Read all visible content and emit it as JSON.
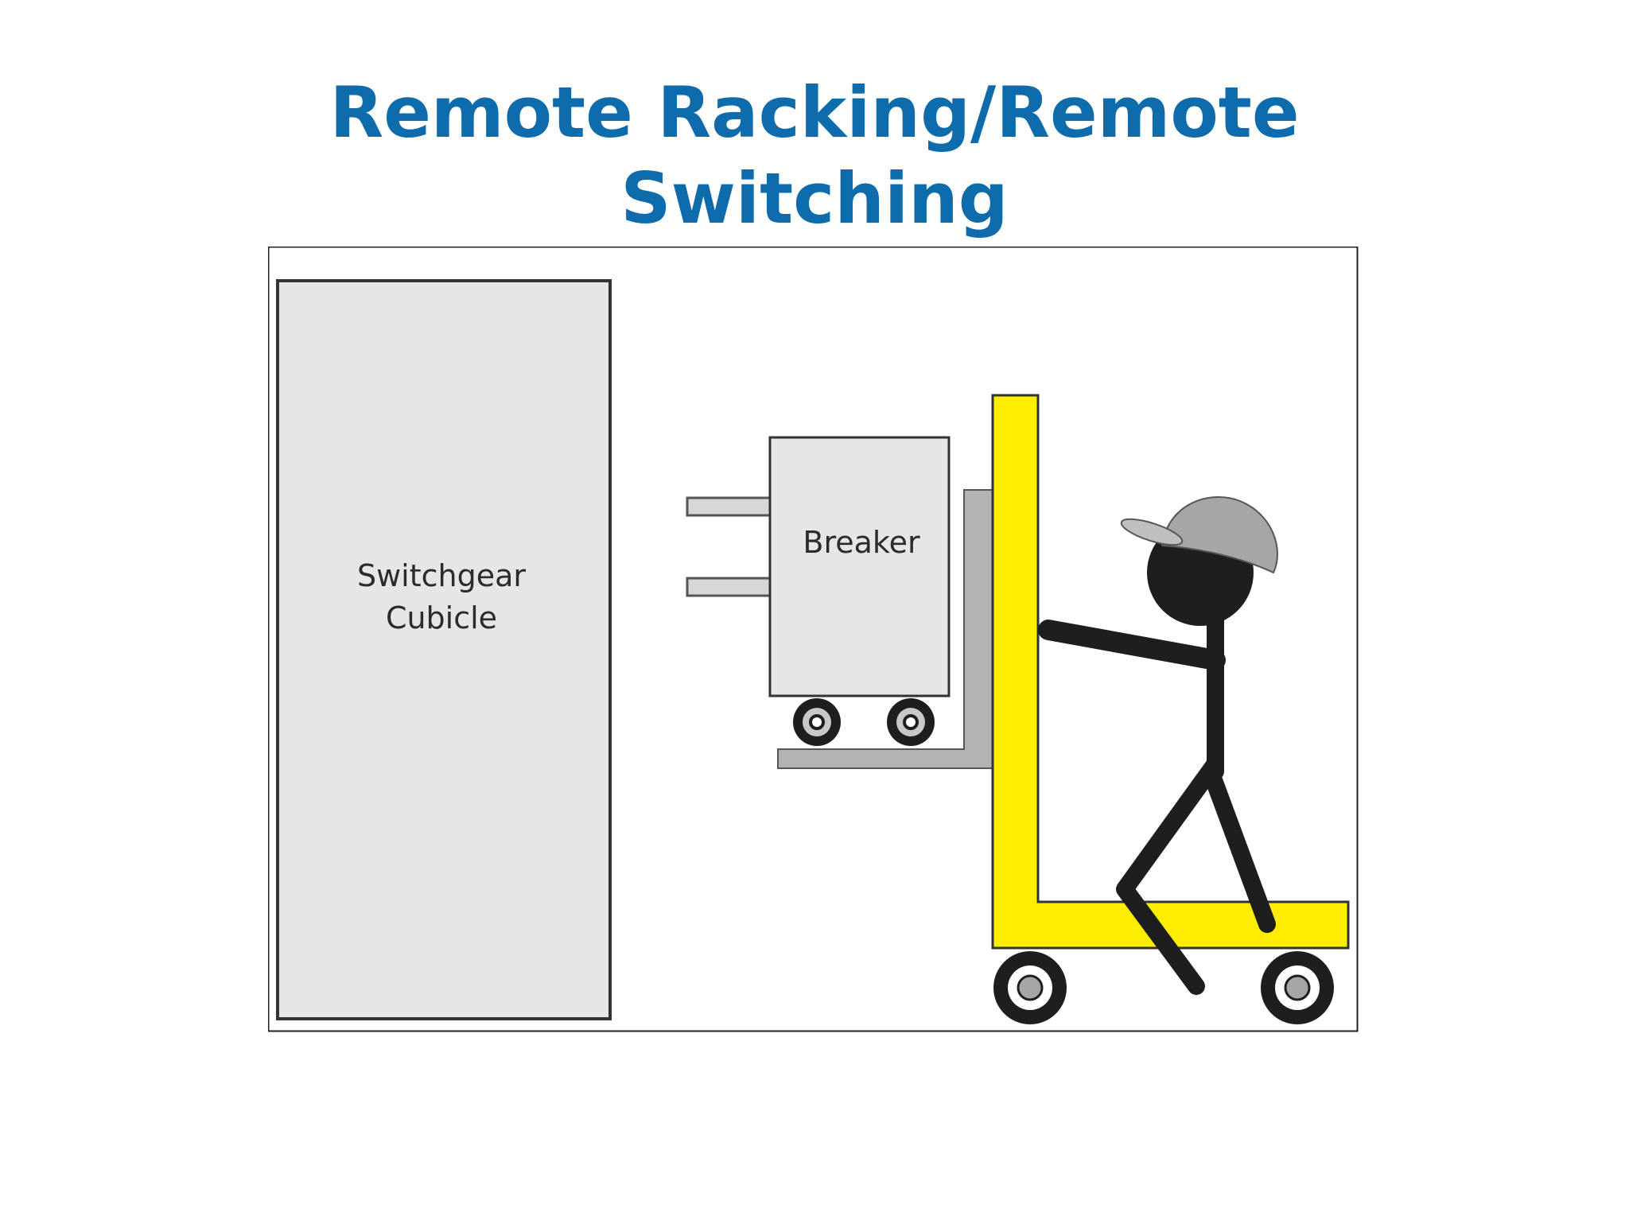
{
  "slide": {
    "title_line_1": "Remote Racking/Remote",
    "title_line_2": "Switching"
  },
  "diagram": {
    "switchgear_label_line_1": "Switchgear",
    "switchgear_label_line_2": "Cubicle",
    "breaker_label": "Breaker"
  },
  "colors": {
    "title": "#0e6cad",
    "cart_frame": "#ffee00",
    "cubicle_fill": "#e6e6e6",
    "breaker_fill": "#e6e6e9",
    "stick_figure": "#1e1e1e",
    "helmet": "#a6a6a6"
  },
  "icons": [
    "hard-hat-icon",
    "wheel-icon"
  ]
}
